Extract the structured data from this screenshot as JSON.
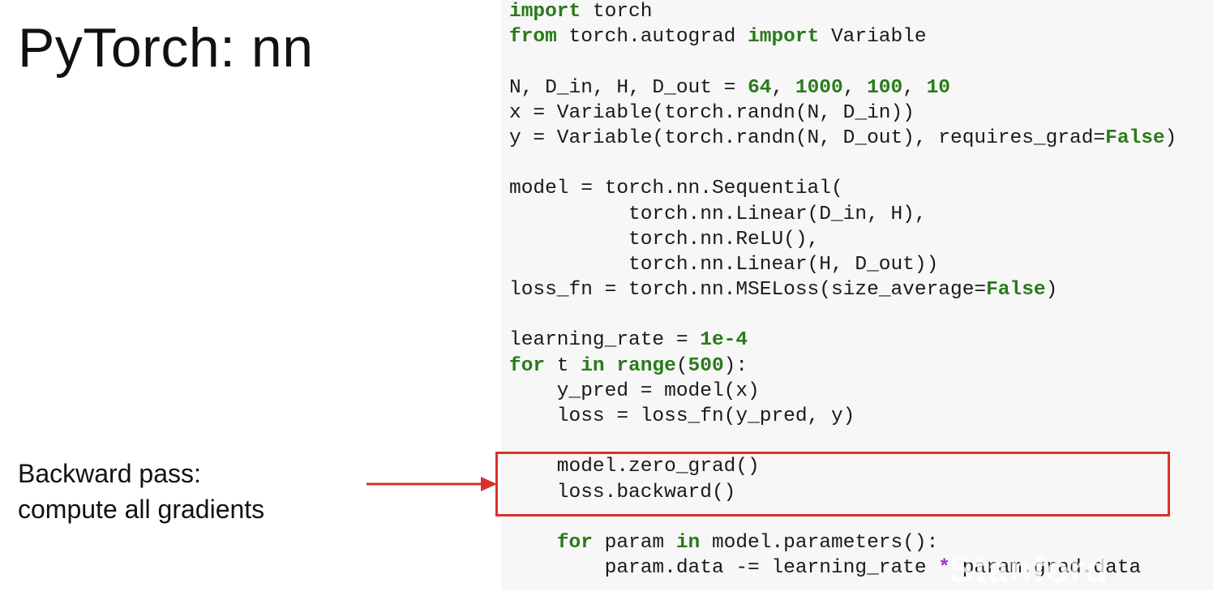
{
  "slide": {
    "title": "PyTorch: nn",
    "annotation": {
      "line1": "Backward pass:",
      "line2": "compute all gradients"
    },
    "watermark": "Stanford",
    "colors": {
      "keyword": "#2a7a1a",
      "highlight_border": "#d9322b",
      "arrow": "#d9322b",
      "operator": "#9b2fd8",
      "code_background": "#f7f7f7"
    }
  },
  "code": {
    "lines": [
      [
        {
          "t": "import",
          "c": "kw"
        },
        {
          "t": " torch"
        }
      ],
      [
        {
          "t": "from",
          "c": "kw"
        },
        {
          "t": " torch.autograd "
        },
        {
          "t": "import",
          "c": "kw"
        },
        {
          "t": " Variable"
        }
      ],
      [],
      [
        {
          "t": "N, D_in, H, D_out = "
        },
        {
          "t": "64",
          "c": "num"
        },
        {
          "t": ", "
        },
        {
          "t": "1000",
          "c": "num"
        },
        {
          "t": ", "
        },
        {
          "t": "100",
          "c": "num"
        },
        {
          "t": ", "
        },
        {
          "t": "10",
          "c": "num"
        }
      ],
      [
        {
          "t": "x = Variable(torch.randn(N, D_in))"
        }
      ],
      [
        {
          "t": "y = Variable(torch.randn(N, D_out), requires_grad="
        },
        {
          "t": "False",
          "c": "kw"
        },
        {
          "t": ")"
        }
      ],
      [],
      [
        {
          "t": "model = torch.nn.Sequential("
        }
      ],
      [
        {
          "t": "          torch.nn.Linear(D_in, H),"
        }
      ],
      [
        {
          "t": "          torch.nn.ReLU(),"
        }
      ],
      [
        {
          "t": "          torch.nn.Linear(H, D_out))"
        }
      ],
      [
        {
          "t": "loss_fn = torch.nn.MSELoss(size_average="
        },
        {
          "t": "False",
          "c": "kw"
        },
        {
          "t": ")"
        }
      ],
      [],
      [
        {
          "t": "learning_rate = "
        },
        {
          "t": "1e-4",
          "c": "num"
        }
      ],
      [
        {
          "t": "for",
          "c": "kw"
        },
        {
          "t": " t "
        },
        {
          "t": "in",
          "c": "kw"
        },
        {
          "t": " "
        },
        {
          "t": "range",
          "c": "kw"
        },
        {
          "t": "("
        },
        {
          "t": "500",
          "c": "num"
        },
        {
          "t": "):"
        }
      ],
      [
        {
          "t": "    y_pred = model(x)"
        }
      ],
      [
        {
          "t": "    loss = loss_fn(y_pred, y)"
        }
      ],
      [],
      [
        {
          "t": "    model.zero_grad()"
        }
      ],
      [
        {
          "t": "    loss.backward()"
        }
      ],
      [],
      [
        {
          "t": "    "
        },
        {
          "t": "for",
          "c": "kw"
        },
        {
          "t": " param "
        },
        {
          "t": "in",
          "c": "kw"
        },
        {
          "t": " model.parameters():"
        }
      ],
      [
        {
          "t": "        param.data -= learning_rate "
        },
        {
          "t": "*",
          "c": "op"
        },
        {
          "t": " param.grad.data"
        }
      ]
    ]
  }
}
